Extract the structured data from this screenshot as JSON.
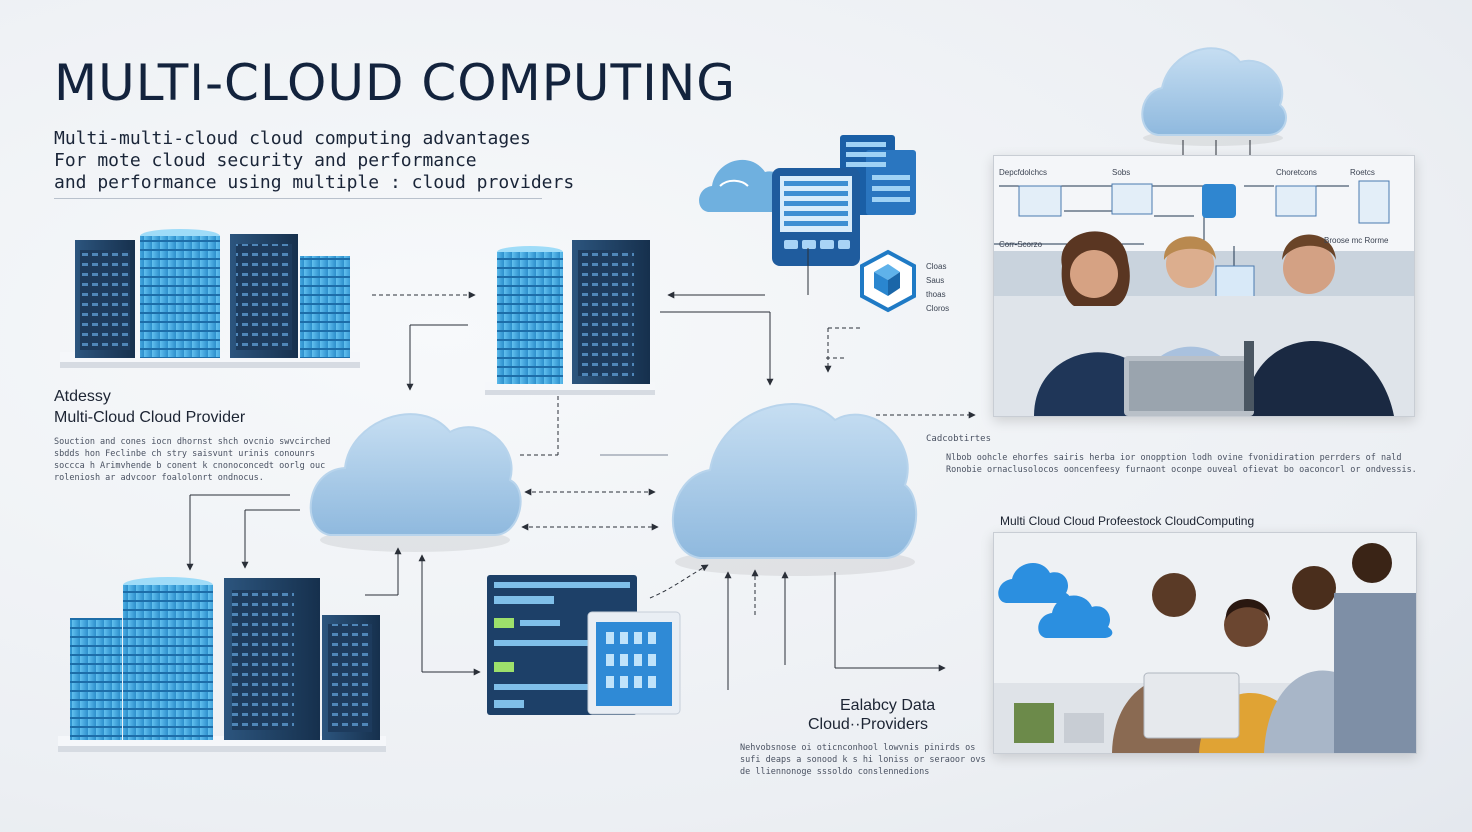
{
  "title": "MULTI-CLOUD  COMPUTING",
  "subtitle": [
    "Multi-multi-cloud cloud computing advantages",
    "For mote cloud security and performance",
    "and performance using multiple : cloud providers"
  ],
  "left_label": {
    "heading": "Atdessy",
    "subheading": "Multi-Cloud Cloud Provider",
    "body": [
      "Souction and cones iocn dhornst shch ovcnio swvcirched",
      "sbdds hon Feclinbe ch stry saisvunt urinis conounrs",
      "soccca h Arimvhende b conent k cnonoconcedt oorlg ouc",
      "roleniosh ar advcoor foalolonrt ondnocus."
    ]
  },
  "icon_block_labels": [
    "Cloas",
    "Saus",
    "thoas",
    "Cloros"
  ],
  "mid_right_caption": {
    "heading": "Cadcobtirtes",
    "body": [
      "Nlbob oohcle ehorfes sairis herba ior onopption lodh ovine fvonidiration perrders of nald",
      "Ronobie ornaclusolocos ooncenfeesy furnaont oconpe ouveal ofievat bo oaconcorl or ondvessis."
    ]
  },
  "top_photo": {
    "diagram_labels": [
      "Depcfdolchcs",
      "Sobs",
      "Choretcons",
      "Roetcs",
      "Corr-Scorzo",
      "Broose mc Rorme"
    ]
  },
  "bottom_photo": {
    "caption": "Multi Cloud Cloud Profeestock CloudComputing"
  },
  "bottom_label": {
    "heading": "Ealabcy Data",
    "subheading": "Cloud··Providers",
    "body": [
      "Nehvobsnose oi oticnconhool lowvnis pinirds os",
      "sufi deaps a sonood k s hi loniss or seraoor ovs",
      "de lliennonoge sssoldo conslennedions"
    ]
  },
  "colors": {
    "title": "#13233d",
    "cloud": "#a9cbe8",
    "server_blue": "#3aa3db",
    "server_dark": "#1f3e60",
    "accent": "#1e88d6"
  }
}
